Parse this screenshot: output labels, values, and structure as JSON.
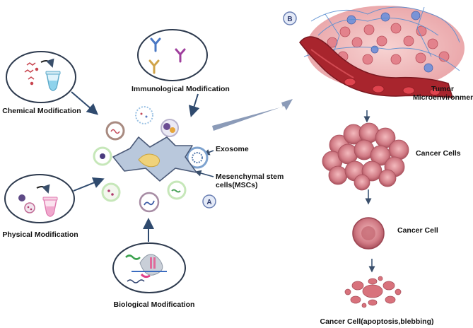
{
  "panels": {
    "a_badge": "A",
    "b_badge": "B"
  },
  "labels": {
    "immunological": "Immunological Modification",
    "chemical": "Chemical Modification",
    "physical": "Physical Modification",
    "biological": "Biological Modification",
    "exosome": "Exosome",
    "msc_line1": "Mesenchymal stem",
    "msc_line2": "cells(MSCs)",
    "tumor_line1": "Tumor",
    "tumor_line2": "Microenvironment",
    "cancer_cells": "Cancer Cells",
    "cancer_cell": "Cancer Cell",
    "cancer_cell_apoptosis": "Cancer Cell(apoptosis,blebbing)"
  },
  "colors": {
    "arrow_navy": "#2f4a6e",
    "big_arrow": "#8b9bb8",
    "oval_stroke": "#2d3a4e",
    "badge_fill": "#e4eaf7",
    "badge_stroke": "#6a7fb3",
    "msc_fill": "#b9c8dc",
    "nucleus": "#f0d27a",
    "tumor_pink": "#e79aa0",
    "vessel_red": "#a8252d",
    "cancer_cell": "#d77c85",
    "blue_vessels": "#5b8fd1"
  },
  "icons": {
    "antibodies": "antibody-icon",
    "tube": "microcentrifuge-tube-icon",
    "vesicles": "extracellular-vesicle-icon"
  }
}
